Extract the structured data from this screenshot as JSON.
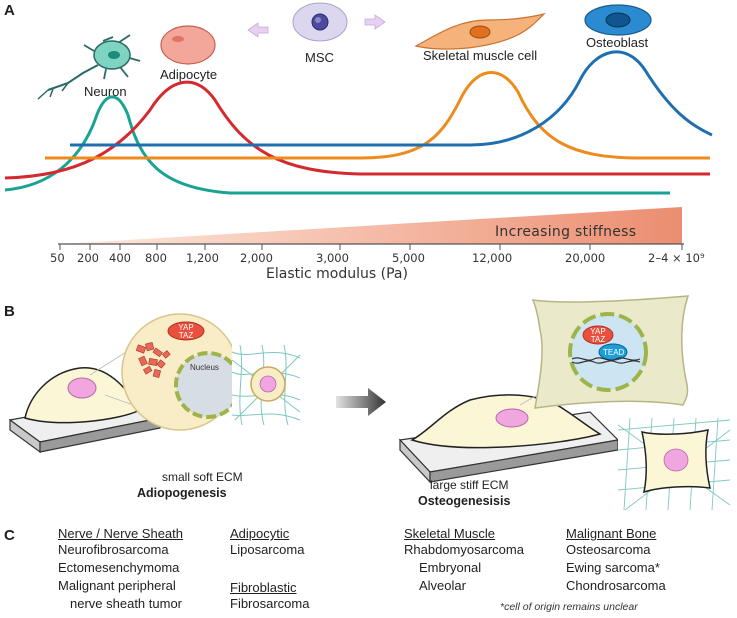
{
  "panel_a": {
    "letter": "A",
    "cells": {
      "neuron": "Neuron",
      "adipocyte": "Adipocyte",
      "msc": "MSC",
      "skeletal_muscle": "Skeletal muscle cell",
      "osteoblast": "Osteoblast"
    },
    "stiffness_label": "Increasing stiffness",
    "axis_title": "Elastic modulus (Pa)",
    "ticks": [
      "50",
      "200",
      "400",
      "800",
      "1,200",
      "2,000",
      "3,000",
      "5,000",
      "12,000",
      "20,000",
      "2–4 × 10⁹"
    ],
    "colors": {
      "neuron_curve": "#1aa392",
      "adipocyte_curve": "#d42a2f",
      "skeletal_curve": "#ef8a1d",
      "osteoblast_curve": "#1f6fb0"
    }
  },
  "panel_b": {
    "letter": "B",
    "left": {
      "caption_line1": "small soft ECM",
      "caption_line2": "Adiopogenesis",
      "yap": "YAP",
      "taz": "TAZ",
      "nucleus": "Nucleus"
    },
    "right": {
      "caption_line1": "large stiff ECM",
      "caption_line2": "Osteogenesisis",
      "yap": "YAP",
      "taz": "TAZ",
      "tead": "TEAD"
    }
  },
  "panel_c": {
    "letter": "C",
    "columns": [
      {
        "heading": "Nerve / Nerve Sheath",
        "items": [
          "Neurofibrosarcoma",
          "Ectomesenchymoma",
          "Malignant peripheral",
          "nerve sheath tumor"
        ]
      },
      {
        "heading": "Adipocytic",
        "items": [
          "Liposarcoma"
        ]
      },
      {
        "heading": "Fibroblastic",
        "items": [
          "Fibrosarcoma"
        ]
      },
      {
        "heading": "Skeletal Muscle",
        "items": [
          "Rhabdomyosarcoma",
          "Embryonal",
          "Alveolar"
        ]
      },
      {
        "heading": "Malignant Bone",
        "items": [
          "Osteosarcoma",
          "Ewing sarcoma*",
          "Chondrosarcoma"
        ]
      }
    ],
    "footnote": "*cell of origin remains unclear"
  }
}
